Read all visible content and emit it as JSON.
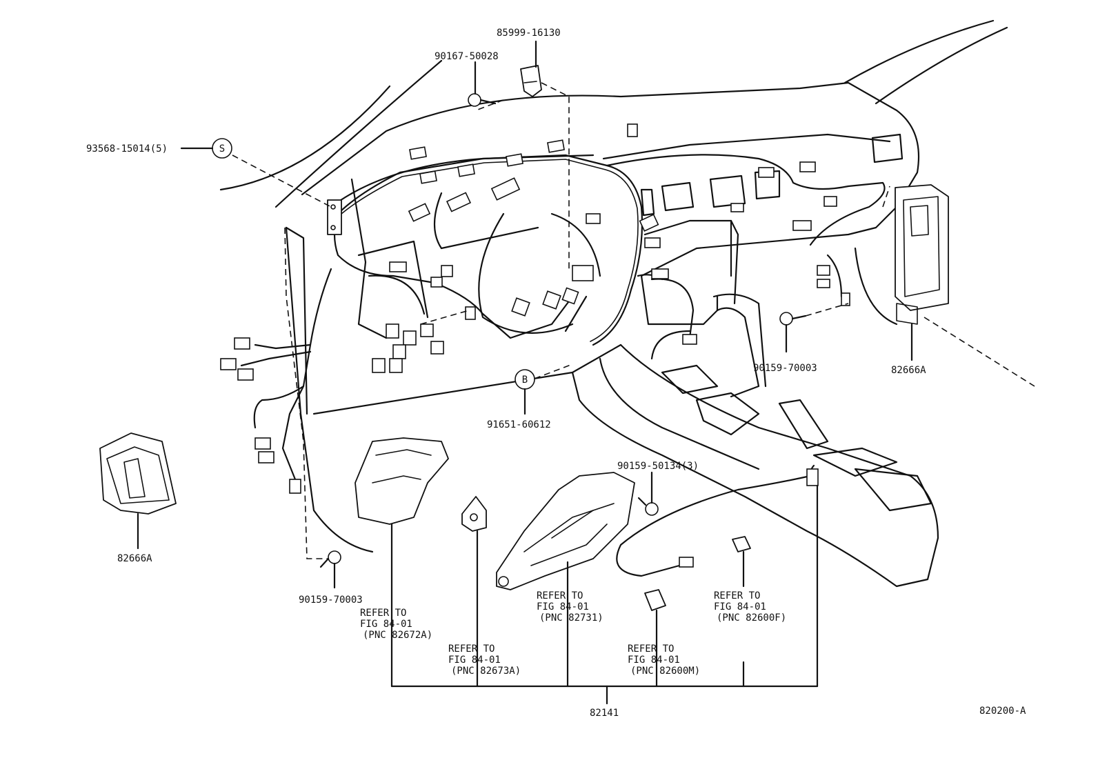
{
  "labels": {
    "p85999": "85999-16130",
    "p90167": "90167-50028",
    "p93568": "93568-15014(5)",
    "sym_s": "S",
    "sym_b": "B",
    "p91651": "91651-60612",
    "p90159_right": "90159-70003",
    "p82666a_right": "82666A",
    "p82666a_left": "82666A",
    "p90159_left": "90159-70003",
    "p90159_50134": "90159-50134(3)",
    "p82141": "82141",
    "code": "820200-A"
  },
  "refs": {
    "r1": [
      "REFER TO",
      "FIG 84-01",
      "(PNC 82672A)"
    ],
    "r2": [
      "REFER TO",
      "FIG 84-01",
      "(PNC 82673A)"
    ],
    "r3": [
      "REFER TO",
      "FIG 84-01",
      "(PNC 82731)"
    ],
    "r4": [
      "REFER TO",
      "FIG 84-01",
      "(PNC 82600M)"
    ],
    "r5": [
      "REFER TO",
      "FIG 84-01",
      "(PNC 82600F)"
    ]
  }
}
